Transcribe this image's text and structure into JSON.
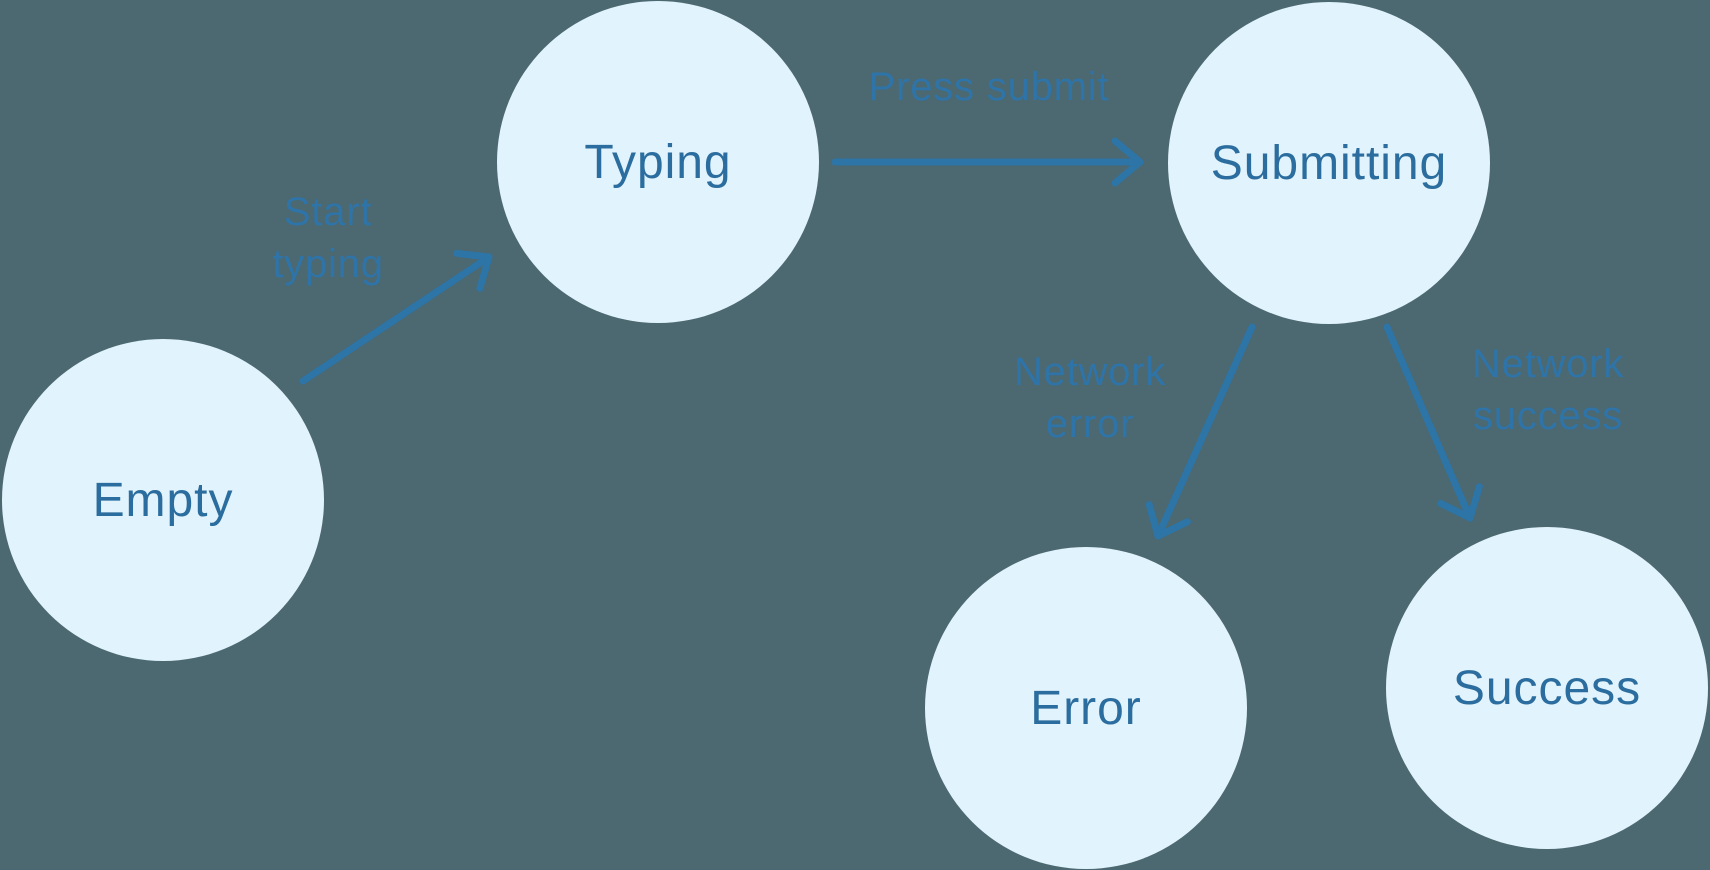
{
  "diagram": {
    "type": "state-machine",
    "colors": {
      "background": "#4C6870",
      "node_fill": "#E1F3FC",
      "node_text": "#2A6D9E",
      "edge": "#2D74A7",
      "edge_label": "#2E74A8"
    },
    "nodes": {
      "empty": {
        "label": "Empty"
      },
      "typing": {
        "label": "Typing"
      },
      "submitting": {
        "label": "Submitting"
      },
      "error": {
        "label": "Error"
      },
      "success": {
        "label": "Success"
      }
    },
    "edges": {
      "start_typing": {
        "from": "empty",
        "to": "typing",
        "line1": "Start",
        "line2": "typing"
      },
      "press_submit": {
        "from": "typing",
        "to": "submitting",
        "line1": "Press submit"
      },
      "network_error": {
        "from": "submitting",
        "to": "error",
        "line1": "Network",
        "line2": "error"
      },
      "network_success": {
        "from": "submitting",
        "to": "success",
        "line1": "Network",
        "line2": "success"
      }
    }
  }
}
